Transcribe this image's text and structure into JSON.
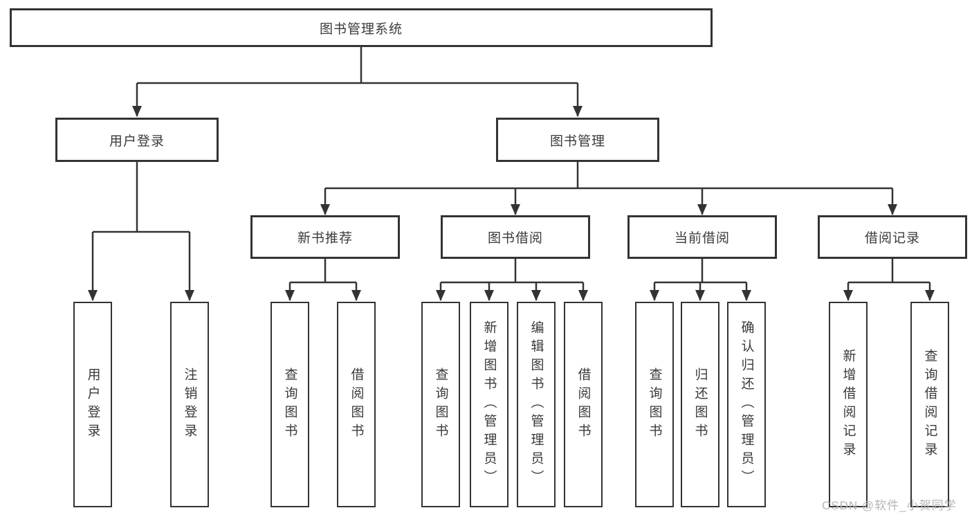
{
  "tree": {
    "root": {
      "label": "图书管理系统"
    },
    "branches": [
      {
        "label": "用户登录",
        "children": [
          {
            "label": "用户登录"
          },
          {
            "label": "注销登录"
          }
        ]
      },
      {
        "label": "图书管理",
        "children": [
          {
            "label": "新书推荐",
            "children": [
              {
                "label": "查询图书"
              },
              {
                "label": "借阅图书"
              }
            ]
          },
          {
            "label": "图书借阅",
            "children": [
              {
                "label": "查询图书"
              },
              {
                "label": "新增图书（管理员）"
              },
              {
                "label": "编辑图书（管理员）"
              },
              {
                "label": "借阅图书"
              }
            ]
          },
          {
            "label": "当前借阅",
            "children": [
              {
                "label": "查询图书"
              },
              {
                "label": "归还图书"
              },
              {
                "label": "确认归还（管理员）"
              }
            ]
          },
          {
            "label": "借阅记录",
            "children": [
              {
                "label": "新增借阅记录"
              },
              {
                "label": "查询借阅记录"
              }
            ]
          }
        ]
      }
    ]
  },
  "watermark": {
    "text": "CSDN @软件_小贺同学"
  },
  "colors": {
    "line": "#333333",
    "box_border": "#333333",
    "text": "#3a3a3a",
    "watermark": "#b5b5b5",
    "background": "#ffffff"
  }
}
